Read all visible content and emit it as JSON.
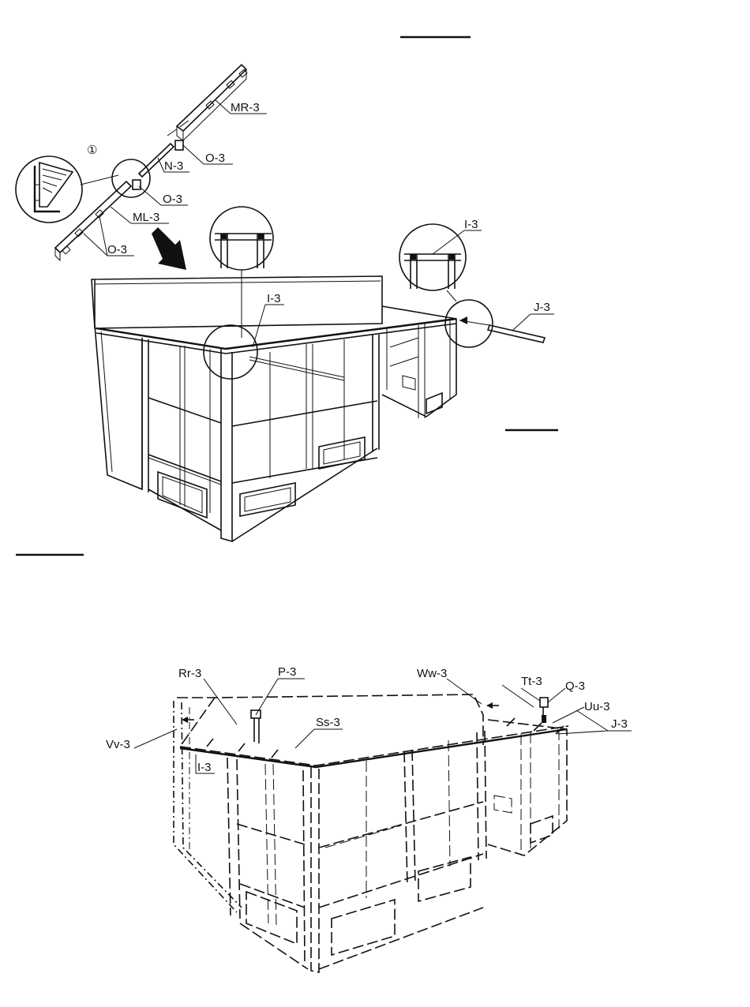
{
  "upper_diagram": {
    "detail_marker": "①",
    "labels": {
      "mr": "MR-3",
      "o_top": "O-3",
      "n": "N-3",
      "o_mid": "O-3",
      "ml": "ML-3",
      "o_bottom": "O-3",
      "i_left": "I-3",
      "i_right": "I-3",
      "j": "J-3"
    }
  },
  "lower_diagram": {
    "labels": {
      "rr": "Rr-3",
      "p": "P-3",
      "ww": "Ww-3",
      "tt": "Tt-3",
      "q": "Q-3",
      "uu": "Uu-3",
      "j": "J-3",
      "ss": "Ss-3",
      "vv": "Vv-3",
      "i": "I-3"
    }
  }
}
